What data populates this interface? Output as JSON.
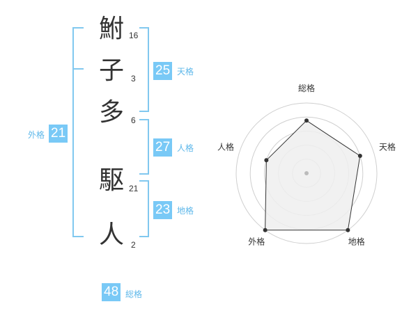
{
  "name": {
    "characters": [
      {
        "char": "鮒",
        "strokes": "16"
      },
      {
        "char": "子",
        "strokes": "3"
      },
      {
        "char": "多",
        "strokes": "6"
      },
      {
        "char": "駆",
        "strokes": "21"
      },
      {
        "char": "人",
        "strokes": "2"
      }
    ]
  },
  "fortune": {
    "tenkaku": {
      "value": "25",
      "label": "天格"
    },
    "jinkaku": {
      "value": "27",
      "label": "人格"
    },
    "chikaku": {
      "value": "23",
      "label": "地格"
    },
    "gaikaku": {
      "value": "21",
      "label": "外格"
    },
    "soukaku": {
      "value": "48",
      "label": "総格"
    }
  },
  "chart_data": {
    "type": "radar",
    "axes": [
      "総格",
      "天格",
      "地格",
      "外格",
      "人格"
    ],
    "values": [
      0.75,
      0.8,
      1.0,
      1.0,
      0.6
    ],
    "range": [
      0,
      1
    ],
    "rings": 5,
    "colors": {
      "fill": "#efefef",
      "line": "#333333",
      "ring": "#cfcfcf",
      "center": "#bbbbbb"
    }
  }
}
